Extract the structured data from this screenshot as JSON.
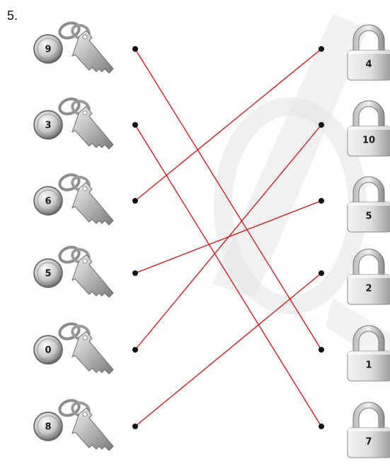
{
  "exercise_number": "5.",
  "keys": [
    "9",
    "3",
    "6",
    "5",
    "0",
    "8"
  ],
  "locks": [
    "4",
    "10",
    "5",
    "2",
    "1",
    "7"
  ],
  "connections": [
    {
      "key": "9",
      "lock": "1"
    },
    {
      "key": "3",
      "lock": "7"
    },
    {
      "key": "6",
      "lock": "4"
    },
    {
      "key": "5",
      "lock": "5"
    },
    {
      "key": "0",
      "lock": "10"
    },
    {
      "key": "8",
      "lock": "2"
    }
  ],
  "colors": {
    "line": "#cc1111",
    "dot": "#111111",
    "watermark": "#e6e6e6"
  },
  "icons": {
    "key": "key-icon",
    "lock": "padlock-icon"
  }
}
